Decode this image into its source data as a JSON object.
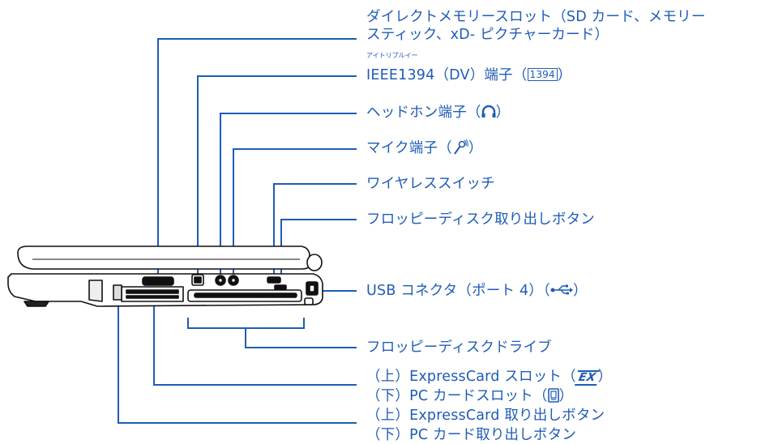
{
  "figure": {
    "labels": [
      {
        "id": "direct-memory-slot",
        "lines": [
          "ダイレクトメモリースロット（SD カード、メモリー",
          "スティック、xD- ピクチャーカード）"
        ]
      },
      {
        "id": "ieee1394-port",
        "ruby": "アイトリプルイー",
        "text": "IEEE1394（DV）端子（",
        "icon": "1394",
        "suffix": "）"
      },
      {
        "id": "headphone-jack",
        "text": "ヘッドホン端子（",
        "icon": "headphone-icon",
        "suffix": "）"
      },
      {
        "id": "mic-jack",
        "text": "マイク端子（",
        "icon": "microphone-icon",
        "suffix": "）"
      },
      {
        "id": "wireless-switch",
        "text": "ワイヤレススイッチ"
      },
      {
        "id": "floppy-eject-button",
        "text": "フロッピーディスク取り出しボタン"
      },
      {
        "id": "usb-connector",
        "text": "USB コネクタ（ポート 4）（",
        "icon": "usb-icon",
        "suffix": "）"
      },
      {
        "id": "floppy-drive",
        "text": "フロッピーディスクドライブ"
      },
      {
        "id": "expresscard-slot",
        "text": "（上）ExpressCard スロット（",
        "icon": "EX",
        "suffix": "）"
      },
      {
        "id": "pccard-slot",
        "text": "（下）PC カードスロット（",
        "icon": "pc-card-icon",
        "suffix": "）"
      },
      {
        "id": "expresscard-eject-button",
        "text": "（上）ExpressCard 取り出しボタン"
      },
      {
        "id": "pccard-eject-button",
        "text": "（下）PC カード取り出しボタン"
      }
    ],
    "colors": {
      "leader": "#1f5cb7",
      "text": "#1f5cb7",
      "device": "#111111"
    }
  }
}
